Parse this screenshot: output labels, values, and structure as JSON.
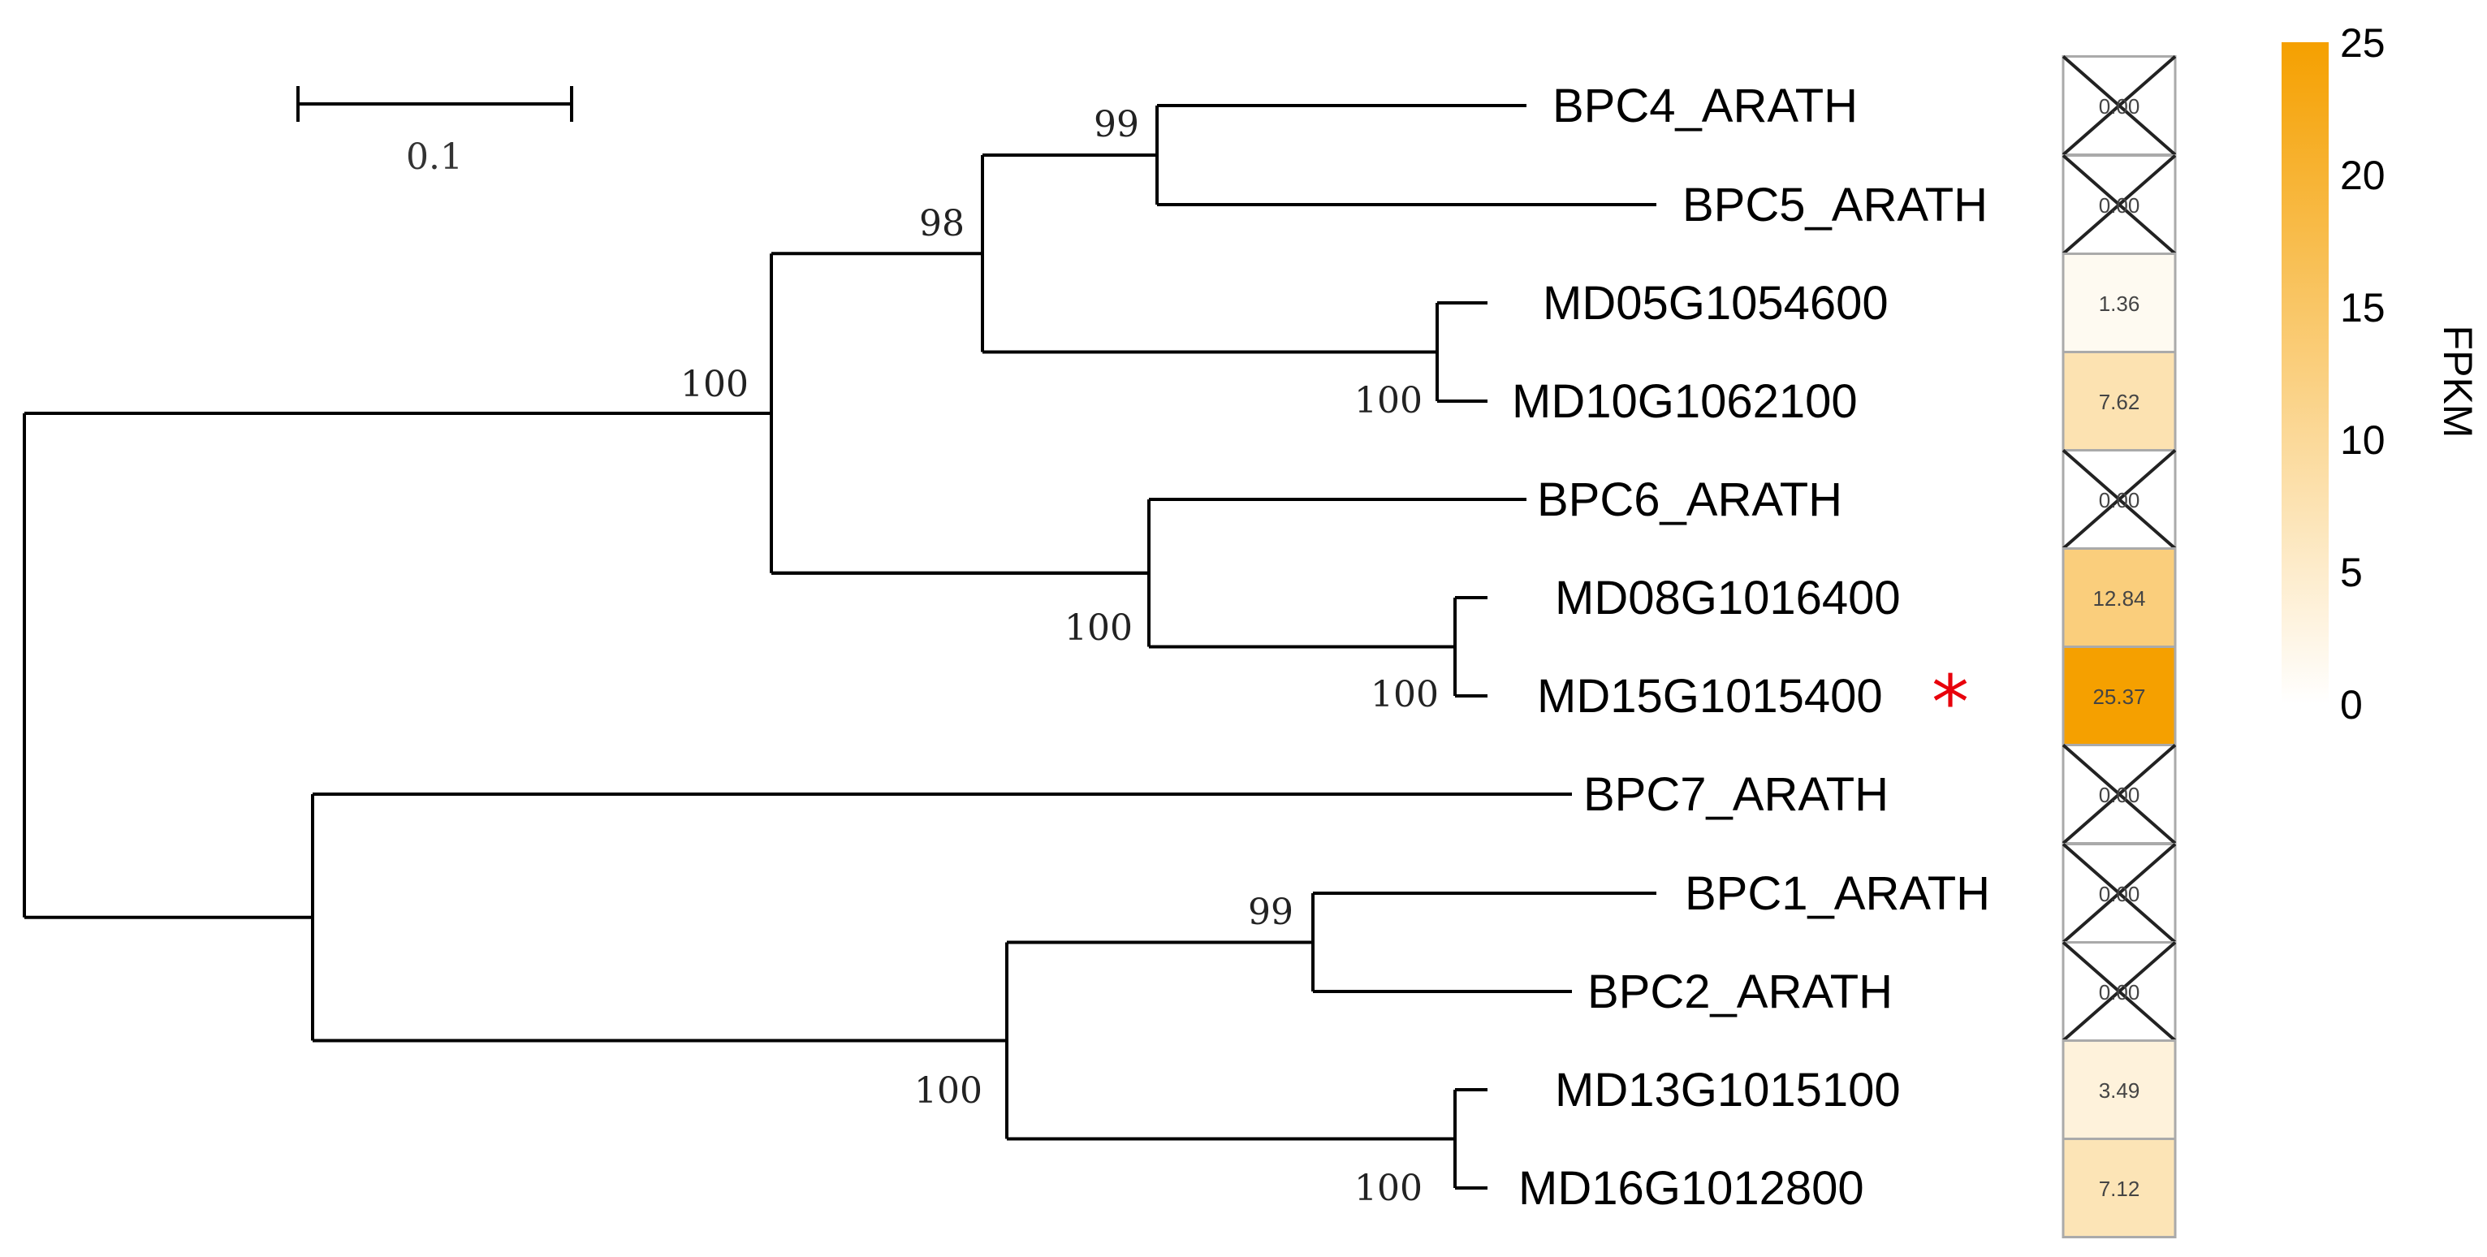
{
  "scale_bar": {
    "label": "0.1"
  },
  "tree": {
    "clade_colors": {
      "default": "#000000",
      "highlight": "#e8000b"
    },
    "leaves": [
      {
        "id": "l0",
        "name": "BPC4_ARATH",
        "fpkm": 0.0,
        "value_label": "0.00",
        "crossed": true
      },
      {
        "id": "l1",
        "name": "BPC5_ARATH",
        "fpkm": 0.0,
        "value_label": "0.00",
        "crossed": true
      },
      {
        "id": "l2",
        "name": "MD05G1054600",
        "fpkm": 1.36,
        "value_label": "1.36",
        "crossed": false
      },
      {
        "id": "l3",
        "name": "MD10G1062100",
        "fpkm": 7.62,
        "value_label": "7.62",
        "crossed": false
      },
      {
        "id": "l4",
        "name": "BPC6_ARATH",
        "fpkm": 0.0,
        "value_label": "0.00",
        "crossed": true
      },
      {
        "id": "l5",
        "name": "MD08G1016400",
        "fpkm": 12.84,
        "value_label": "12.84",
        "crossed": false
      },
      {
        "id": "l6",
        "name": "MD15G1015400",
        "fpkm": 25.37,
        "value_label": "25.37",
        "crossed": false,
        "marker": "*"
      },
      {
        "id": "l7",
        "name": "BPC7_ARATH",
        "fpkm": 0.0,
        "value_label": "0.00",
        "crossed": true
      },
      {
        "id": "l8",
        "name": "BPC1_ARATH",
        "fpkm": 0.0,
        "value_label": "0.00",
        "crossed": true
      },
      {
        "id": "l9",
        "name": "BPC2_ARATH",
        "fpkm": 0.0,
        "value_label": "0.00",
        "crossed": true
      },
      {
        "id": "l10",
        "name": "MD13G1015100",
        "fpkm": 3.49,
        "value_label": "3.49",
        "crossed": false
      },
      {
        "id": "l11",
        "name": "MD16G1012800",
        "fpkm": 7.12,
        "value_label": "7.12",
        "crossed": false
      }
    ],
    "nodes": [
      {
        "id": "n_bpc45",
        "children": [
          "l0",
          "l1"
        ],
        "support": "99"
      },
      {
        "id": "n_md05_10",
        "children": [
          "l2",
          "l3"
        ],
        "support": "100"
      },
      {
        "id": "n_a",
        "children": [
          "n_bpc45",
          "n_md05_10"
        ],
        "support": "98"
      },
      {
        "id": "n_md08_15",
        "children": [
          "l5",
          "l6"
        ],
        "support": "100",
        "highlight": true
      },
      {
        "id": "n_b",
        "children": [
          "l4",
          "n_md08_15"
        ],
        "support": "100",
        "highlight": true
      },
      {
        "id": "n_upper",
        "children": [
          "n_a",
          "n_b"
        ],
        "support": "100"
      },
      {
        "id": "n_bpc12",
        "children": [
          "l8",
          "l9"
        ],
        "support": "99"
      },
      {
        "id": "n_md13_16",
        "children": [
          "l10",
          "l11"
        ],
        "support": "100"
      },
      {
        "id": "n_c",
        "children": [
          "n_bpc12",
          "n_md13_16"
        ],
        "support": "100"
      },
      {
        "id": "n_lower",
        "children": [
          "l7",
          "n_c"
        ],
        "support": ""
      },
      {
        "id": "n_root",
        "children": [
          "n_upper",
          "n_lower"
        ],
        "support": ""
      }
    ]
  },
  "heatmap": {
    "colorbar": {
      "title": "FPKM",
      "min": 0,
      "max": 25,
      "ticks": [
        "0",
        "5",
        "10",
        "15",
        "20",
        "25"
      ],
      "color_low": "#ffffff",
      "color_high": "#f5a000"
    }
  }
}
